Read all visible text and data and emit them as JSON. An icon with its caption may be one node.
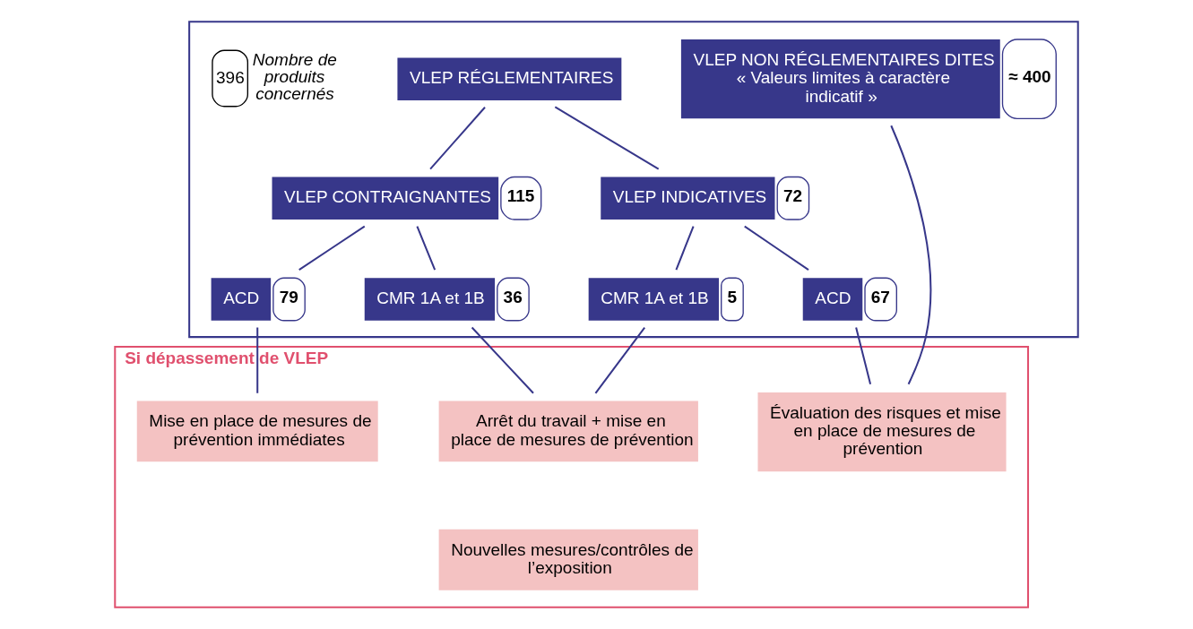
{
  "diagram": {
    "nodes": [
      {
        "text": [],
        "shape": "box"
      },
      {
        "text": [
          "VLEP RÉGLEMENTAIRES"
        ],
        "in": 0
      },
      {
        "text": [
          "VLEP NON RÉGLEMENTAIRES DITES « Valeurs limites à caractère indicatif »"
        ],
        "beside": [
          "≈ 400"
        ],
        "in": 0
      },
      {
        "text": [
          "VLEP CONTRAIGNANTES"
        ],
        "beside": [
          "115"
        ],
        "in": 0
      },
      {
        "text": [
          "VLEP INDICATIVES"
        ],
        "beside": [
          "72"
        ],
        "in": 0
      },
      {
        "text": [
          "ACD"
        ],
        "beside": [
          "79"
        ],
        "in": 0
      },
      {
        "text": [
          "CMR 1A et 1B"
        ],
        "beside": [
          "36"
        ],
        "in": 0
      },
      {
        "text": [
          "CMR 1A et 1B"
        ],
        "beside": [
          "5"
        ],
        "in": 0
      },
      {
        "text": [
          "ACD"
        ],
        "beside": [
          "67"
        ],
        "in": 0
      },
      {
        "text": [
          "Si dépassement de VLEP"
        ]
      },
      {
        "text": [
          "Mise en place de mesures de prévention immédiates"
        ],
        "in": 9
      },
      {
        "text": [
          "Arrêt du travail + mise en place de mesures de prévention"
        ],
        "in": 9
      },
      {
        "text": [
          "Évaluation des risques et mise en place de mesures de prévention"
        ],
        "in": 9
      },
      {
        "text": [
          "Nouvelles mesures/contrôles de l’exposition"
        ],
        "in": 9
      }
    ],
    "edges": [
      {
        "from": 1,
        "to": 3,
        "arrow": "none"
      },
      {
        "from": 1,
        "to": 4,
        "arrow": "none"
      },
      {
        "from": 3,
        "to": 5,
        "arrow": "none"
      },
      {
        "from": 3,
        "to": 6,
        "arrow": "none"
      },
      {
        "from": 4,
        "to": 7,
        "arrow": "none"
      },
      {
        "from": 4,
        "to": 8,
        "arrow": "none"
      },
      {
        "from": 5,
        "to": 10,
        "arrow": "none"
      },
      {
        "from": 6,
        "to": 11,
        "arrow": "none"
      },
      {
        "from": 7,
        "to": 11,
        "arrow": "none"
      },
      {
        "from": 8,
        "to": 12,
        "arrow": "none"
      },
      {
        "from": 2,
        "to": 12,
        "arrow": "none"
      }
    ],
    "labels": [
      "396",
      "Nombre de produits concernés"
    ]
  }
}
